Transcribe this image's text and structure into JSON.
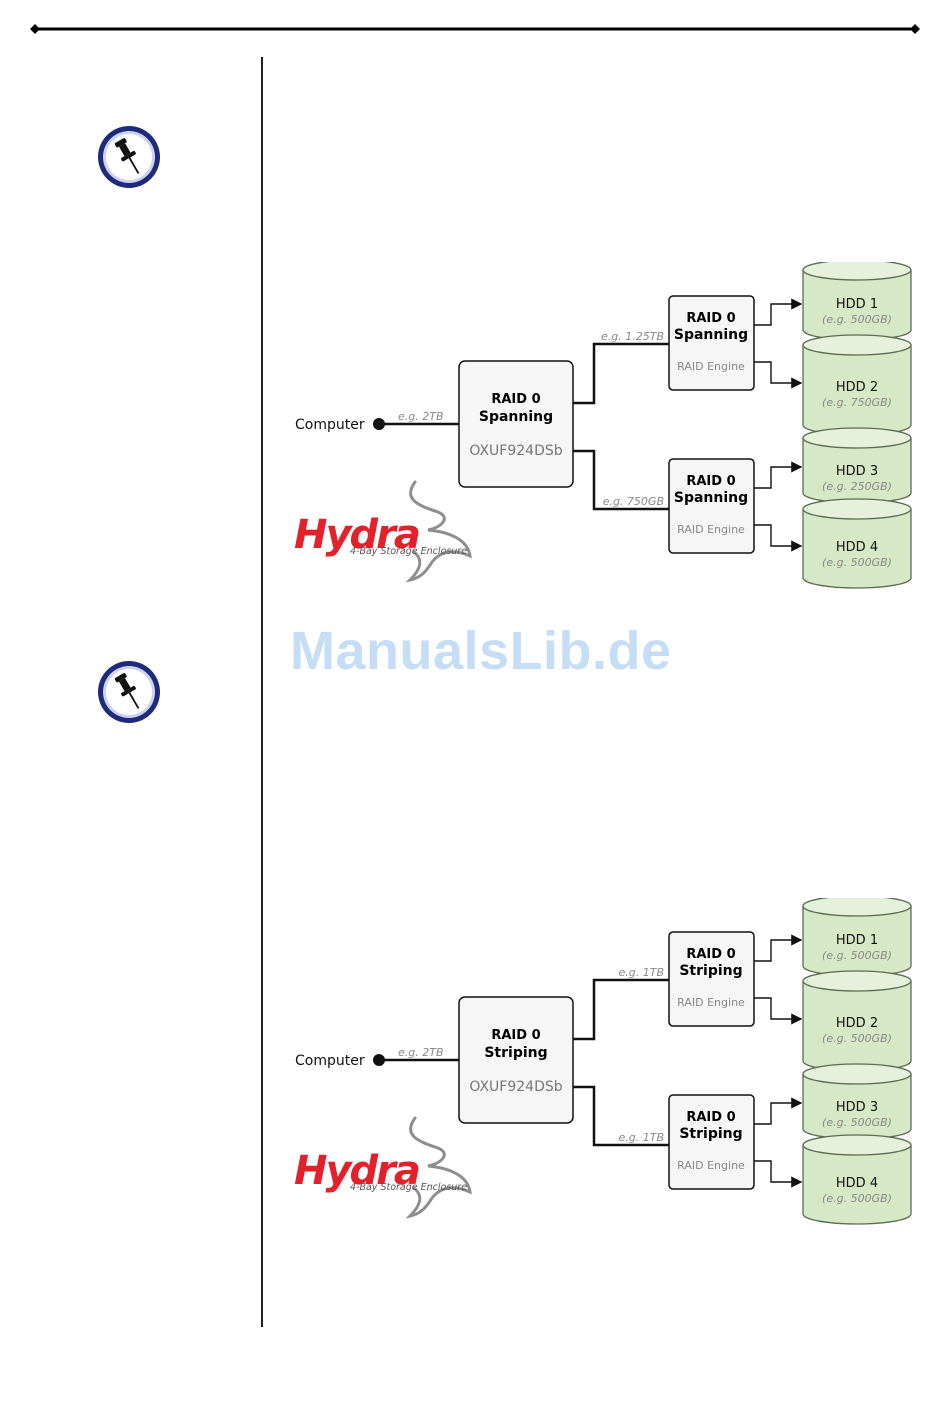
{
  "watermark": "ManualsLib.de",
  "icons": {
    "note_icon": "pushpin-icon"
  },
  "colors": {
    "hdd_fill": "#d6e8c6",
    "hdd_stroke": "#5a6b50",
    "box_fill": "#f6f6f6",
    "logo_red": "#e4202a",
    "rule": "#000000"
  },
  "logo": {
    "name": "Hydra",
    "tagline": "4-Bay Storage Enclosure"
  },
  "diagrams": [
    {
      "computer_label": "Computer",
      "computer_link": "e.g. 2TB",
      "main_box": {
        "line1": "RAID 0",
        "line2": "Spanning",
        "chip": "OXUF924DSb"
      },
      "upper_link": "e.g. 1.25TB",
      "lower_link": "e.g. 750GB",
      "upper_box": {
        "line1": "RAID 0",
        "line2": "Spanning",
        "engine": "RAID Engine"
      },
      "lower_box": {
        "line1": "RAID 0",
        "line2": "Spanning",
        "engine": "RAID Engine"
      },
      "hdds": [
        {
          "name": "HDD 1",
          "size": "(e.g. 500GB)"
        },
        {
          "name": "HDD 2",
          "size": "(e.g. 750GB)"
        },
        {
          "name": "HDD 3",
          "size": "(e.g. 250GB)"
        },
        {
          "name": "HDD 4",
          "size": "(e.g. 500GB)"
        }
      ]
    },
    {
      "computer_label": "Computer",
      "computer_link": "e.g. 2TB",
      "main_box": {
        "line1": "RAID 0",
        "line2": "Striping",
        "chip": "OXUF924DSb"
      },
      "upper_link": "e.g. 1TB",
      "lower_link": "e.g. 1TB",
      "upper_box": {
        "line1": "RAID 0",
        "line2": "Striping",
        "engine": "RAID Engine"
      },
      "lower_box": {
        "line1": "RAID 0",
        "line2": "Striping",
        "engine": "RAID Engine"
      },
      "hdds": [
        {
          "name": "HDD 1",
          "size": "(e.g. 500GB)"
        },
        {
          "name": "HDD 2",
          "size": "(e.g. 500GB)"
        },
        {
          "name": "HDD 3",
          "size": "(e.g. 500GB)"
        },
        {
          "name": "HDD 4",
          "size": "(e.g. 500GB)"
        }
      ]
    }
  ]
}
